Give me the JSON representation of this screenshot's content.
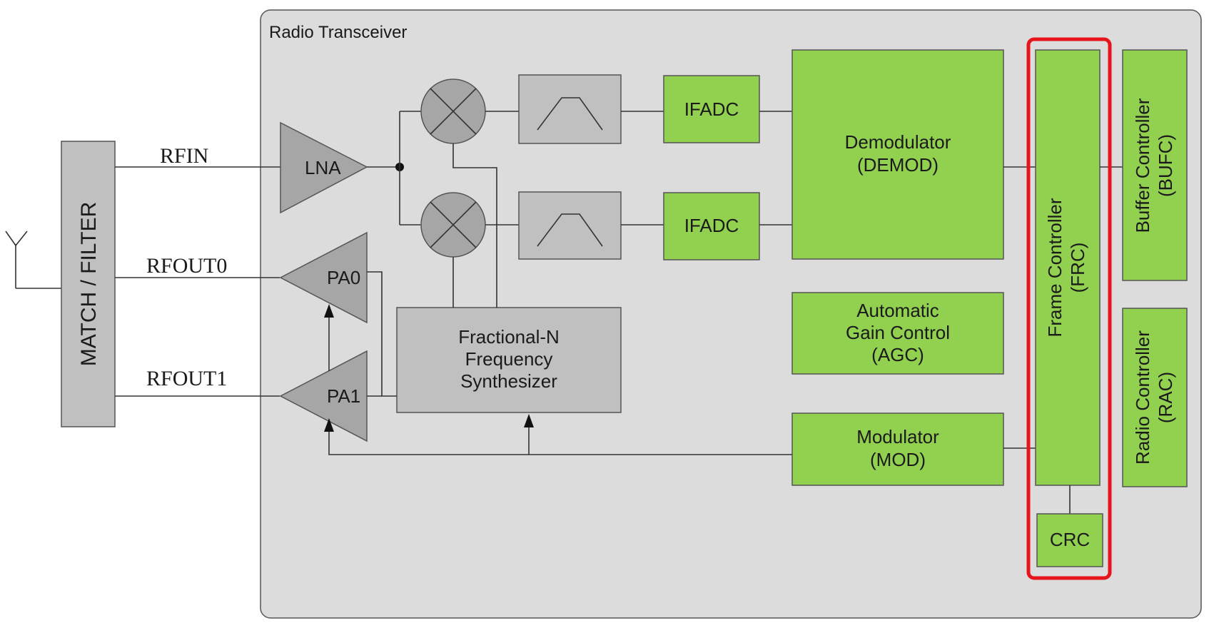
{
  "container": {
    "title": "Radio Transceiver"
  },
  "antenna": {
    "icon": "antenna-icon"
  },
  "match_filter": {
    "label": "MATCH / FILTER"
  },
  "ports": {
    "rfin": "RFIN",
    "rfout0": "RFOUT0",
    "rfout1": "RFOUT1"
  },
  "amplifiers": {
    "lna": "LNA",
    "pa0": "PA0",
    "pa1": "PA1"
  },
  "mixers": {
    "icon": "mixer-icon"
  },
  "filters": {
    "icon": "bandpass-filter-icon"
  },
  "ifadc": {
    "top": "IFADC",
    "bottom": "IFADC"
  },
  "synth": {
    "line1": "Fractional-N",
    "line2": "Frequency",
    "line3": "Synthesizer"
  },
  "demod": {
    "line1": "Demodulator",
    "line2": "(DEMOD)"
  },
  "agc": {
    "line1": "Automatic",
    "line2": "Gain Control",
    "line3": "(AGC)"
  },
  "mod": {
    "line1": "Modulator",
    "line2": "(MOD)"
  },
  "frc": {
    "line1": "Frame Controller",
    "line2": "(FRC)"
  },
  "crc": {
    "label": "CRC"
  },
  "bufc": {
    "line1": "Buffer Controller",
    "line2": "(BUFC)"
  },
  "rac": {
    "line1": "Radio Controller",
    "line2": "(RAC)"
  },
  "highlight": {
    "color": "#e8141c"
  },
  "colors": {
    "block_green": "#92d050",
    "block_gray": "#c0c0c0",
    "container": "#dcdcdc"
  }
}
